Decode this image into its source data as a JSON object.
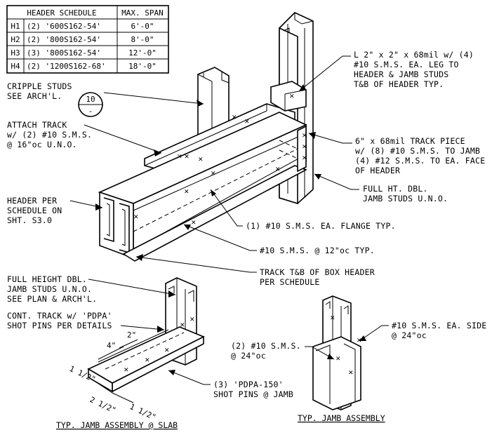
{
  "schedule": {
    "headers": [
      "HEADER SCHEDULE",
      "MAX. SPAN"
    ],
    "rows": [
      {
        "id": "H1",
        "member": "(2) '600S162-54'",
        "span": "6'-0\""
      },
      {
        "id": "H2",
        "member": "(2) '800S162-54'",
        "span": "8'-0\""
      },
      {
        "id": "H3",
        "member": "(3) '800S162-54'",
        "span": "12'-0\""
      },
      {
        "id": "H4",
        "member": "(2) '1200S162-68'",
        "span": "18'-0\""
      }
    ]
  },
  "callouts": {
    "cripple": [
      "CRIPPLE STUDS",
      "SEE ARCH'L."
    ],
    "detail_ref": {
      "number": "10",
      "sheet": "-"
    },
    "attach_track": [
      "ATTACH TRACK",
      "w/ (2) #10 S.M.S.",
      "@ 16\"oc U.N.O."
    ],
    "header_per": [
      "HEADER PER",
      "SCHEDULE ON",
      "SHT. S3.0"
    ],
    "angle": [
      "L 2\" x 2\" x 68mil w/ (4)",
      "#10 S.M.S. EA. LEG TO",
      "HEADER & JAMB STUDS",
      "T&B OF HEADER TYP."
    ],
    "track_piece": [
      "6\" x 68mil TRACK PIECE",
      "w/ (8) #10 S.M.S. TO JAMB",
      "(4) #12 S.M.S. TO EA. FACE",
      "OF HEADER"
    ],
    "full_ht": [
      "FULL HT. DBL.",
      "JAMB STUDS U.N.O."
    ],
    "flange": "(1) #10 S.M.S. EA. FLANGE TYP.",
    "sms12": "#10 S.M.S. @ 12\"oc TYP.",
    "track_tb": [
      "TRACK T&B OF BOX HEADER",
      "PER SCHEDULE"
    ],
    "full_height_dbl": [
      "FULL HEIGHT DBL.",
      "JAMB STUDS U.N.O.",
      "SEE PLAN & ARCH'L."
    ],
    "cont_track": [
      "CONT. TRACK w/ 'PDPA'",
      "SHOT PINS PER DETAILS"
    ],
    "pdpa": [
      "(3) 'PDPA-150'",
      "SHOT PINS @ JAMB"
    ],
    "sms24_left": [
      "(2) #10 S.M.S.",
      "@ 24\"oc"
    ],
    "sms24_right": [
      "#10 S.M.S. EA. SIDE",
      "@ 24\"oc"
    ]
  },
  "dimensions": {
    "d4": "4\"",
    "d2": "2\"",
    "d112a": "1 1/2\"",
    "d212": "2 1/2\"",
    "d112b": "1 1/2\""
  },
  "titles": {
    "slab": "TYP. JAMB ASSEMBLY @ SLAB",
    "jamb": "TYP. JAMB ASSEMBLY"
  }
}
